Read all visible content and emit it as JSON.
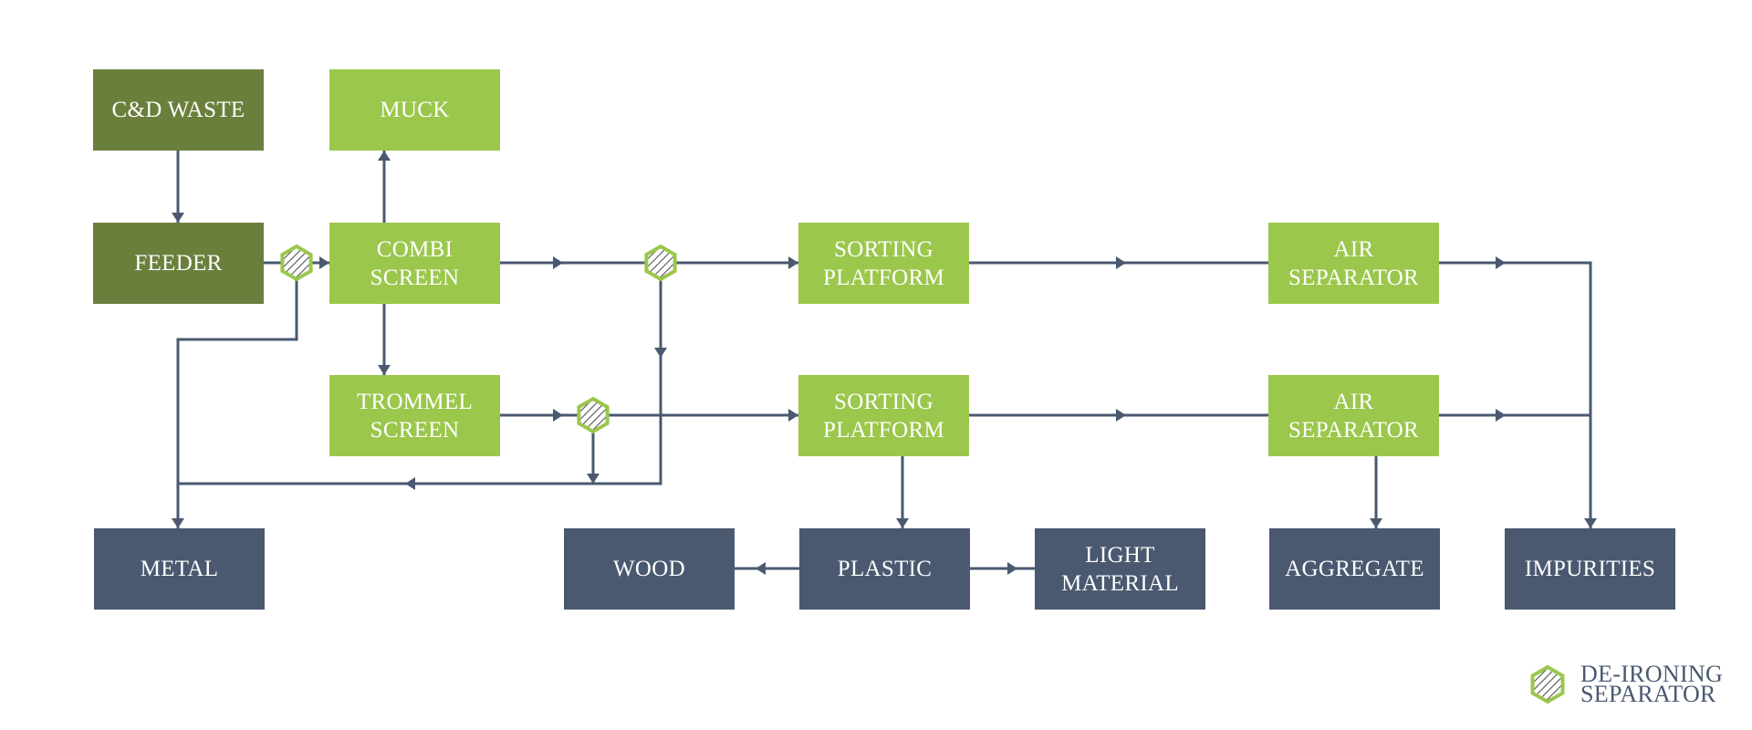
{
  "colors": {
    "input": "#6b7f3d",
    "process": "#9bc74c",
    "output": "#4a5970",
    "connector": "#4a5970",
    "separator_fill": "#ffffff",
    "separator_stroke": "#9bc74c"
  },
  "nodes": {
    "cd_waste": [
      "C&D WASTE"
    ],
    "feeder": [
      "FEEDER"
    ],
    "muck": [
      "MUCK"
    ],
    "combi_screen": [
      "COMBI",
      "SCREEN"
    ],
    "trommel_screen": [
      "TROMMEL",
      "SCREEN"
    ],
    "sorting_platform_1": [
      "SORTING",
      "PLATFORM"
    ],
    "sorting_platform_2": [
      "SORTING",
      "PLATFORM"
    ],
    "air_separator_1": [
      "AIR",
      "SEPARATOR"
    ],
    "air_separator_2": [
      "AIR",
      "SEPARATOR"
    ],
    "metal": [
      "METAL"
    ],
    "wood": [
      "WOOD"
    ],
    "plastic": [
      "PLASTIC"
    ],
    "light_material": [
      "LIGHT",
      "MATERIAL"
    ],
    "aggregate": [
      "AGGREGATE"
    ],
    "impurities": [
      "IMPURITIES"
    ]
  },
  "legend": {
    "icon": "hexagon-hatched-icon",
    "label_line1": "DE-IRONING",
    "label_line2": "SEPARATOR"
  }
}
